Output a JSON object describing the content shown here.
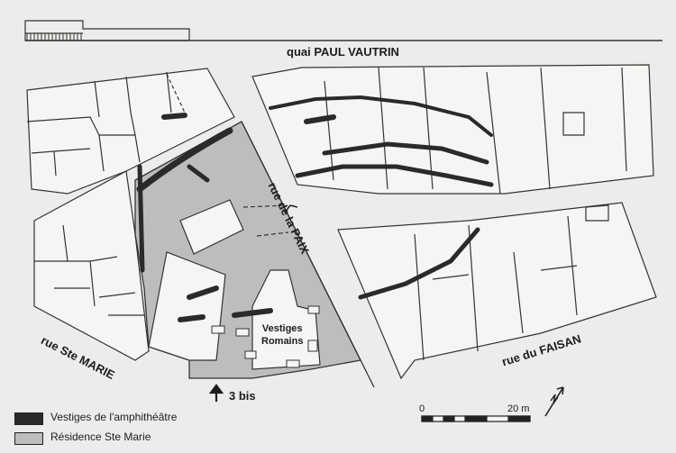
{
  "streets": {
    "quai": "quai PAUL VAUTRIN",
    "rue_paix": "rue de la PAIX",
    "rue_ste_marie": "rue Ste MARIE",
    "rue_faisan": "rue du FAISAN"
  },
  "labels": {
    "vestiges_line1": "Vestiges",
    "vestiges_line2": "Romains",
    "address": "3 bis"
  },
  "legend": {
    "amphitheatre": "Vestiges de l'amphithéâtre",
    "residence": "Résidence Ste Marie"
  },
  "scale_bar": {
    "start": "0",
    "end": "20 m"
  },
  "icons": [
    "north-arrow-icon",
    "up-arrow-icon"
  ],
  "colors": {
    "background": "#ececea",
    "residence_fill": "#bdbdbd",
    "amphitheatre_wall": "#2a2a2a",
    "lines": "#333333"
  }
}
